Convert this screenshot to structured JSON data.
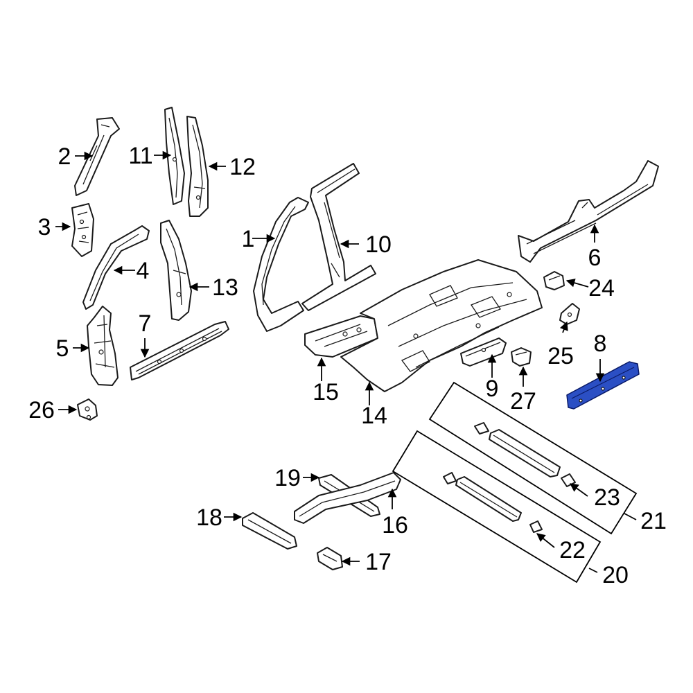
{
  "highlight_color": "#2b4fc4",
  "callouts": [
    {
      "id": "1",
      "label": "1"
    },
    {
      "id": "2",
      "label": "2"
    },
    {
      "id": "3",
      "label": "3"
    },
    {
      "id": "4",
      "label": "4"
    },
    {
      "id": "5",
      "label": "5"
    },
    {
      "id": "6",
      "label": "6"
    },
    {
      "id": "7",
      "label": "7"
    },
    {
      "id": "8",
      "label": "8"
    },
    {
      "id": "9",
      "label": "9"
    },
    {
      "id": "10",
      "label": "10"
    },
    {
      "id": "11",
      "label": "11"
    },
    {
      "id": "12",
      "label": "12"
    },
    {
      "id": "13",
      "label": "13"
    },
    {
      "id": "14",
      "label": "14"
    },
    {
      "id": "15",
      "label": "15"
    },
    {
      "id": "16",
      "label": "16"
    },
    {
      "id": "17",
      "label": "17"
    },
    {
      "id": "18",
      "label": "18"
    },
    {
      "id": "19",
      "label": "19"
    },
    {
      "id": "20",
      "label": "20"
    },
    {
      "id": "21",
      "label": "21"
    },
    {
      "id": "22",
      "label": "22"
    },
    {
      "id": "23",
      "label": "23"
    },
    {
      "id": "24",
      "label": "24"
    },
    {
      "id": "25",
      "label": "25"
    },
    {
      "id": "26",
      "label": "26"
    },
    {
      "id": "27",
      "label": "27"
    }
  ]
}
